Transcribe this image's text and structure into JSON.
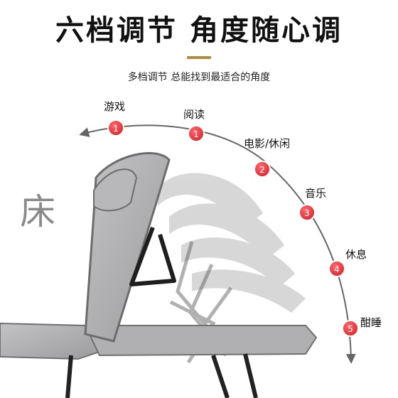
{
  "header": {
    "title": "六档调节 角度随心调",
    "subtitle": "多档调节 总能找到最适合的角度",
    "accent_color": "#b5893a"
  },
  "side_text": "床",
  "positions": [
    {
      "number": "1",
      "label": "游戏"
    },
    {
      "number": "1",
      "label": "阅读"
    },
    {
      "number": "2",
      "label": "电影/休闲"
    },
    {
      "number": "3",
      "label": "音乐"
    },
    {
      "number": "4",
      "label": "休息"
    },
    {
      "number": "5",
      "label": "酣睡"
    }
  ],
  "colors": {
    "marker_red": "#e5323a",
    "arc": "#666666",
    "cushion": "#a7a7a9"
  },
  "icons": {
    "arc": "curved-arrow-icon"
  }
}
